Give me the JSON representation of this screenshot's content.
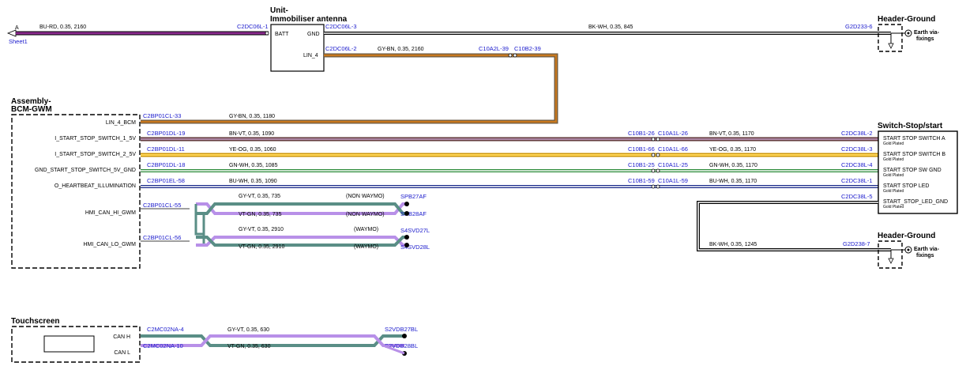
{
  "colors": {
    "BU-RD": "#6a2a6e",
    "BK-WH": "#000000",
    "GY-BN": "#7a6a55",
    "GY-BN-core": "#c8781e",
    "BN-VT": "#7a4040",
    "BN-VT-core": "#b08aa8",
    "YE-OG": "#f0b000",
    "YE-OG-core": "#ffd75a",
    "GN-WH": "#38a848",
    "BU-WH": "#1a2a8a",
    "GY-VT": "#5a8e86",
    "VT-GN": "#b890e8",
    "connector_text": "#1a1acc"
  },
  "sheet_ref": {
    "letter": "A",
    "name": "Sheet1"
  },
  "components": {
    "immobiliser": {
      "title_line1": "Unit-",
      "title_line2": "Immobiliser antenna",
      "pins": [
        "BATT",
        "GND",
        "LIN_4"
      ]
    },
    "header_ground_1": {
      "title": "Header-Ground",
      "earth_line1": "Earth via-",
      "earth_line2": "fixings"
    },
    "header_ground_2": {
      "title": "Header-Ground",
      "earth_line1": "Earth via-",
      "earth_line2": "fixings"
    },
    "bcm": {
      "title_line1": "Assembly-",
      "title_line2": "BCM-GWM",
      "pins": [
        "LIN_4_BCM",
        "I_START_STOP_SWITCH_1_5V",
        "I_START_STOP_SWITCH_2_5V",
        "GND_START_STOP_SWITCH_5V_GND",
        "O_HEARTBEAT_ILLUMINATION",
        "HMI_CAN_HI_GWM",
        "HMI_CAN_LO_GWM"
      ]
    },
    "switch": {
      "title": "Switch-Stop/start",
      "pins": [
        "START STOP SWITCH A",
        "START STOP SWITCH B",
        "START STOP SW GND",
        "START STOP LED",
        "START_STOP_LED_GND"
      ],
      "pin_sub": "Gold Plated"
    },
    "touchscreen": {
      "title": "Touchscreen",
      "pins": [
        "CAN H",
        "CAN L"
      ]
    }
  },
  "wires": [
    {
      "label": "BU-RD,  0.35,  2160"
    },
    {
      "label": "BK-WH,  0.35,  845"
    },
    {
      "label": "GY-BN,  0.35,  2160"
    },
    {
      "label": "GY-BN,  0.35,  1180"
    },
    {
      "label": "BN-VT,  0.35,  1090"
    },
    {
      "label": "BN-VT,  0.35,  1170"
    },
    {
      "label": "YE-OG,  0.35,  1060"
    },
    {
      "label": "YE-OG,  0.35,  1170"
    },
    {
      "label": "GN-WH,  0.35,  1085"
    },
    {
      "label": "GN-WH,  0.35,  1170"
    },
    {
      "label": "BU-WH,  0.35,  1090"
    },
    {
      "label": "BU-WH,  0.35,  1170"
    },
    {
      "label": "GY-VT,  0.35,  735"
    },
    {
      "label": "VT-GN,  0.35,  735"
    },
    {
      "label": "GY-VT,  0.35,  2910"
    },
    {
      "label": "VT-GN,  0.35,  2910"
    },
    {
      "label": "BK-WH,  0.35,  1245"
    },
    {
      "label": "GY-VT,  0.35,  630"
    },
    {
      "label": "VT-GN,  0.35,  630"
    }
  ],
  "notes": {
    "non_waymo": "(NON WAYMO)",
    "waymo": "(WAYMO)"
  },
  "connectors": {
    "c2dc06l_1": "C2DC06L-1",
    "c2dc06l_3": "C2DC06L-3",
    "c2dc06l_2": "C2DC06L-2",
    "g2d233_6": "G2D233-6",
    "c10a2l_39": "C10A2L-39",
    "c10b2_39": "C10B2-39",
    "c2bp01cl_33": "C2BP01CL-33",
    "c2bp01dl_19": "C2BP01DL-19",
    "c2bp01dl_11": "C2BP01DL-11",
    "c2bp01dl_18": "C2BP01DL-18",
    "c2bp01el_58": "C2BP01EL-58",
    "c2bp01cl_55": "C2BP01CL-55",
    "c2bp01cl_56": "C2BP01CL-56",
    "c10b1_26": "C10B1-26",
    "c10a1l_26": "C10A1L-26",
    "c10b1_66": "C10B1-66",
    "c10a1l_66": "C10A1L-66",
    "c10b1_25": "C10B1-25",
    "c10a1l_25": "C10A1L-25",
    "c10b1_59": "C10B1-59",
    "c10a1l_59": "C10A1L-59",
    "c2dc38l_2": "C2DC38L-2",
    "c2dc38l_3": "C2DC38L-3",
    "c2dc38l_4": "C2DC38L-4",
    "c2dc38l_1": "C2DC38L-1",
    "c2dc38l_5": "C2DC38L-5",
    "spb27af": "SPB27AF",
    "spb28af": "SPB28AF",
    "s4svd27l": "S4SVD27L",
    "s4svd28l": "S4SVD28L",
    "g2d238_7": "G2D238-7",
    "c2mc02na_4": "C2MC02NA-4",
    "c2mc02na_10": "C2MC02NA-10",
    "s2vdb27bl": "S2VDB27BL",
    "s2vdb28bl": "S2VDB28BL"
  }
}
